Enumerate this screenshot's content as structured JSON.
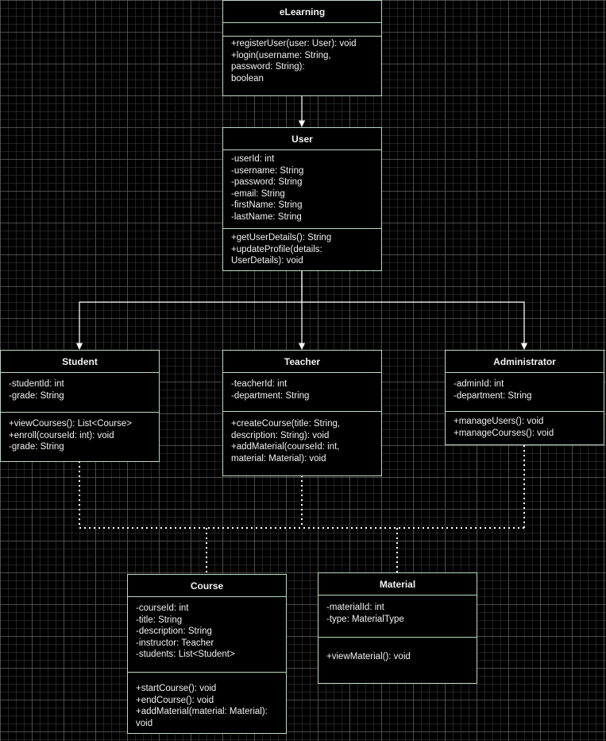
{
  "diagram": {
    "classes": {
      "elearning": {
        "name": "eLearning",
        "attributes": [],
        "methods": [
          "+registerUser(user: User): void",
          "+login(username: String,",
          "password: String):",
          "boolean"
        ]
      },
      "user": {
        "name": "User",
        "attributes": [
          "-userId: int",
          "-username: String",
          "-password:  String",
          "-email: String",
          "-firstName: String",
          "-lastName: String"
        ],
        "methods": [
          "+getUserDetails(): String",
          "+updateProfile(details:",
          "UserDetails): void"
        ]
      },
      "student": {
        "name": "Student",
        "attributes": [
          "-studentId: int",
          "-grade: String"
        ],
        "methods": [
          "+viewCourses(): List<Course>",
          "+enroll(courseId: int): void",
          "-grade: String"
        ]
      },
      "teacher": {
        "name": "Teacher",
        "attributes": [
          "-teacherId: int",
          "-department: String"
        ],
        "methods": [
          "+createCourse(title: String,",
          "description: String): void",
          "+addMaterial(courseId: int,",
          "material: Material): void"
        ]
      },
      "administrator": {
        "name": "Administrator",
        "attributes": [
          "-adminId: int",
          "-department: String"
        ],
        "methods": [
          "+manageUsers(): void",
          "+manageCourses(): void"
        ]
      },
      "course": {
        "name": "Course",
        "attributes": [
          "-courseId: int",
          "-title: String",
          "-description: String",
          "-instructor: Teacher",
          "-students: List<Student>"
        ],
        "methods": [
          "+startCourse(): void",
          "+endCourse(): void",
          "+addMaterial(material: Material):",
          "void"
        ]
      },
      "material": {
        "name": "Material",
        "attributes": [
          "-materialId: int",
          "-type: MaterialType"
        ],
        "methods": [
          "+viewMaterial(): void"
        ]
      }
    },
    "colors": {
      "background": "#000000",
      "grid": "#5a5a5a",
      "class_border": "#b7dcbf",
      "text": "#f2f2f2",
      "connector": "#ffffff"
    }
  }
}
